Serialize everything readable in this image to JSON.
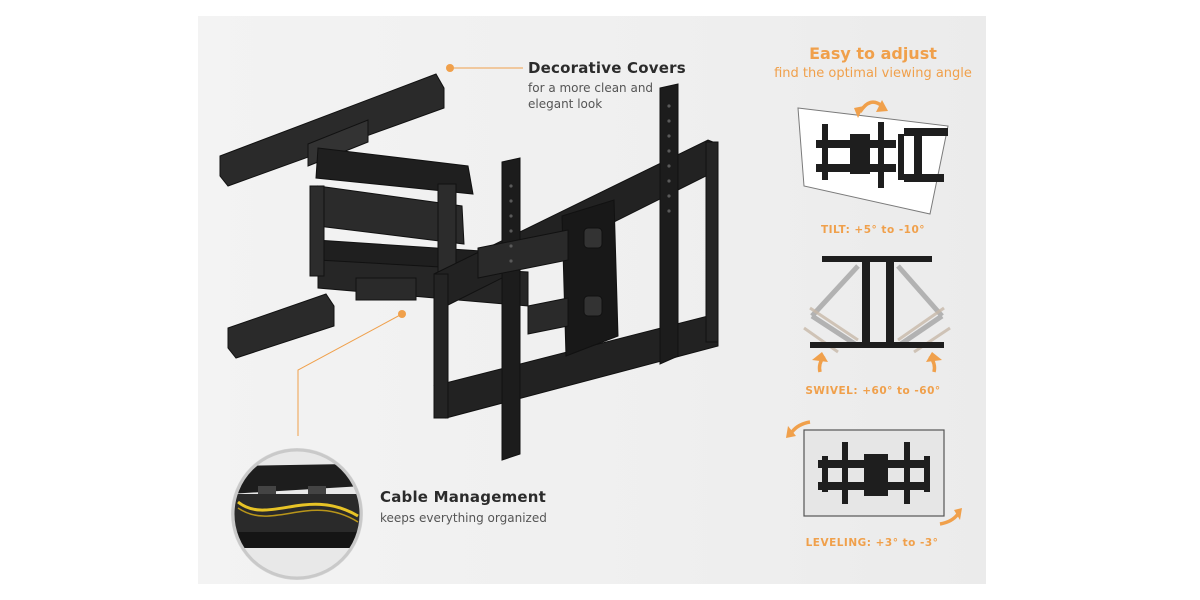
{
  "colors": {
    "accent": "#f0a04b",
    "mount": "#1e1e1e",
    "background": "#efefef"
  },
  "covers": {
    "title": "Decorative Covers",
    "line1": "for a more clean and",
    "line2": "elegant look"
  },
  "cable": {
    "title": "Cable Management",
    "subtitle": "keeps everything organized"
  },
  "adjust": {
    "title": "Easy to adjust",
    "subtitle": "find the optimal viewing angle"
  },
  "tilt": {
    "label": "TILT: +5° to -10°"
  },
  "swivel": {
    "label": "SWIVEL: +60° to -60°"
  },
  "leveling": {
    "label": "LEVELING: +3° to -3°"
  },
  "icons": [
    "tilt-arrow-icon",
    "swivel-arrow-icon",
    "leveling-arrow-icon"
  ]
}
